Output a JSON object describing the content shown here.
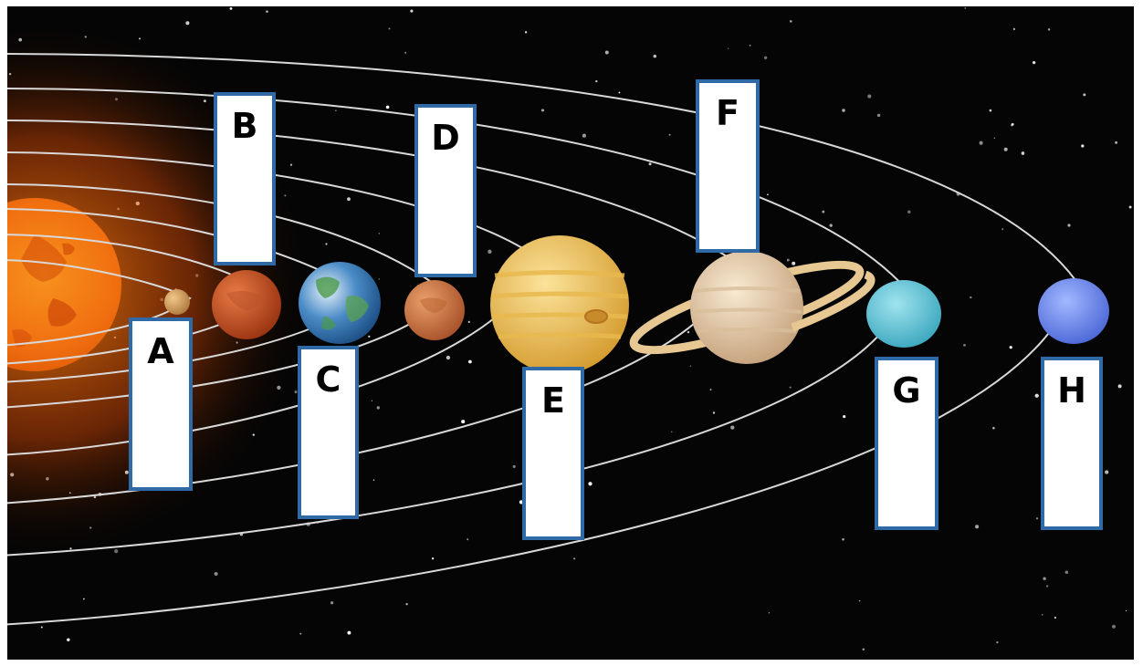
{
  "labels": {
    "a": "A",
    "b": "B",
    "c": "C",
    "d": "D",
    "e": "E",
    "f": "F",
    "g": "G",
    "h": "H"
  },
  "colors": {
    "background": "#050505",
    "orbit": "#d8d8d8",
    "box_border": "#2f6aa6",
    "box_fill": "#ffffff",
    "sun": "#f07a14"
  },
  "icons": [
    "sun-icon",
    "planet-icon",
    "ringed-planet-icon",
    "star-icon"
  ]
}
